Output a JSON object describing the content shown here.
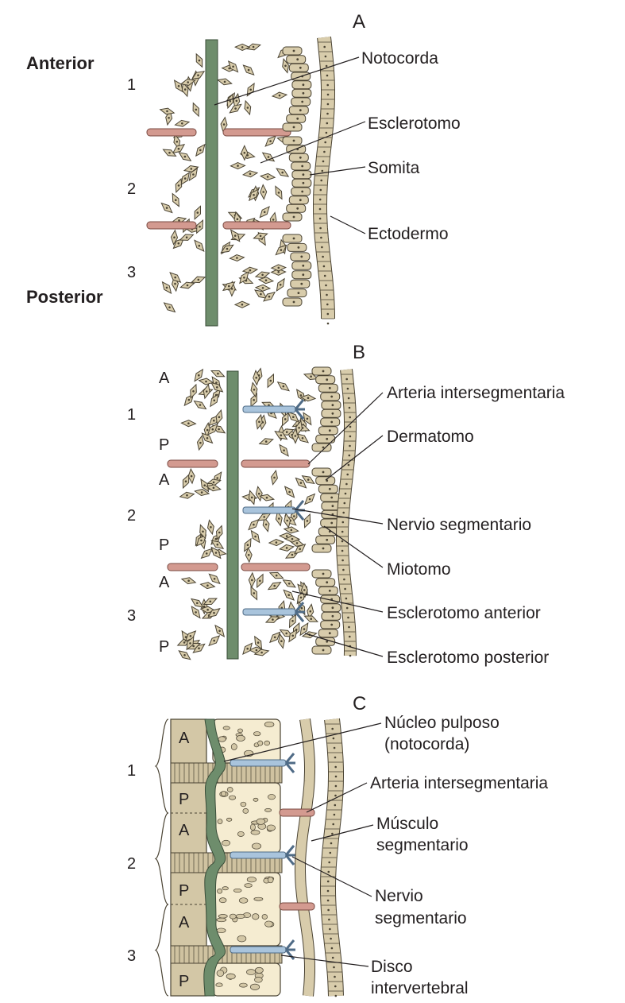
{
  "colors": {
    "notochord": "#6e8d6c",
    "cell_fill": "#d8ccab",
    "cell_stroke": "#4a4333",
    "artery": "#d39a90",
    "nerve": "#a9c4dc",
    "bone": "#f5ecd1",
    "disc": "#cfc2a0",
    "sclerotome_block": "#d3c7a6"
  },
  "panel_a": {
    "letter": "A",
    "anterior": "Anterior",
    "posterior": "Posterior",
    "segments": [
      "1",
      "2",
      "3"
    ],
    "labels": [
      "Notocorda",
      "Esclerotomo",
      "Somita",
      "Ectodermo"
    ]
  },
  "panel_b": {
    "letter": "B",
    "segments": [
      "1",
      "2",
      "3"
    ],
    "halves": [
      "A",
      "P",
      "A",
      "P",
      "A",
      "P"
    ],
    "labels": [
      "Arteria intersegmentaria",
      "Dermatomo",
      "Nervio segmentario",
      "Miotomo",
      "Esclerotomo anterior",
      "Esclerotomo posterior"
    ]
  },
  "panel_c": {
    "letter": "C",
    "segments": [
      "1",
      "2",
      "3"
    ],
    "halves": [
      "A",
      "P",
      "A",
      "P",
      "A",
      "P"
    ],
    "labels": [
      [
        "Núcleo pulposo",
        "(notocorda)"
      ],
      [
        "Arteria intersegmentaria"
      ],
      [
        "Músculo",
        "segmentario"
      ],
      [
        "Nervio",
        "segmentario"
      ],
      [
        "Disco",
        "intervertebral"
      ]
    ]
  }
}
